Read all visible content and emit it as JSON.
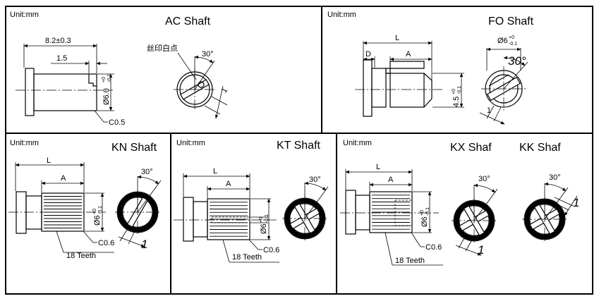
{
  "unit_label": "Unit:mm",
  "panels": {
    "ac": {
      "title": "AC  Shaft",
      "dim_total": "8.2±0.3",
      "dim_step": "1.5",
      "diameter_main": "Ø6.0",
      "tol_upper": "+0",
      "tol_lower": "-0.1",
      "chamfer": "C0.5",
      "note_cn": "丝印白点",
      "angle": "30°",
      "slot_width": "1"
    },
    "fo": {
      "title": "FO Shaft",
      "dim_l": "L",
      "dim_d": "D",
      "dim_a": "A",
      "diameter": "Ø6",
      "tol_upper": "+0",
      "tol_lower": "-0.1",
      "flat": "4.5",
      "angle": "30°",
      "slot_width": "1"
    },
    "kn": {
      "title": "KN  Shaft",
      "dim_l": "L",
      "dim_a": "A",
      "diameter": "Ø6",
      "tol_upper": "+0",
      "tol_lower": "-0.1",
      "chamfer": "C0.6",
      "teeth": "18 Teeth",
      "angle": "30°",
      "slot_width": "1"
    },
    "kt": {
      "title": "KT  Shaft",
      "dim_l": "L",
      "dim_a": "A",
      "diameter": "Ø6",
      "tol_upper": "+0",
      "tol_lower": "-0.1",
      "chamfer": "C0.6",
      "teeth": "18 Teeth",
      "angle": "30°"
    },
    "kx": {
      "title_kx": "KX Shaf",
      "title_kk": "KK Shaf",
      "dim_l": "L",
      "dim_a": "A",
      "diameter": "Ø6",
      "tol_upper": "+0",
      "tol_lower": "-0.1",
      "chamfer": "C0.6",
      "teeth": "18 Teeth",
      "angle_kx": "30°",
      "angle_kk": "30°",
      "slot_width_kx": "1",
      "slot_width_kk": "1"
    }
  }
}
